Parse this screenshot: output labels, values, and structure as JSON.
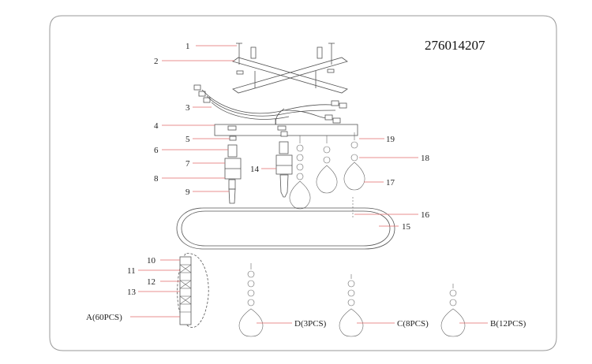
{
  "product_code": "276014207",
  "callouts": [
    "1",
    "2",
    "3",
    "4",
    "5",
    "6",
    "7",
    "8",
    "9",
    "10",
    "11",
    "12",
    "13",
    "14",
    "15",
    "16",
    "17",
    "18",
    "19"
  ],
  "spares": {
    "A": "A(60PCS)",
    "D": "D(3PCS)",
    "C": "C(8PCS)",
    "B": "B(12PCS)"
  }
}
